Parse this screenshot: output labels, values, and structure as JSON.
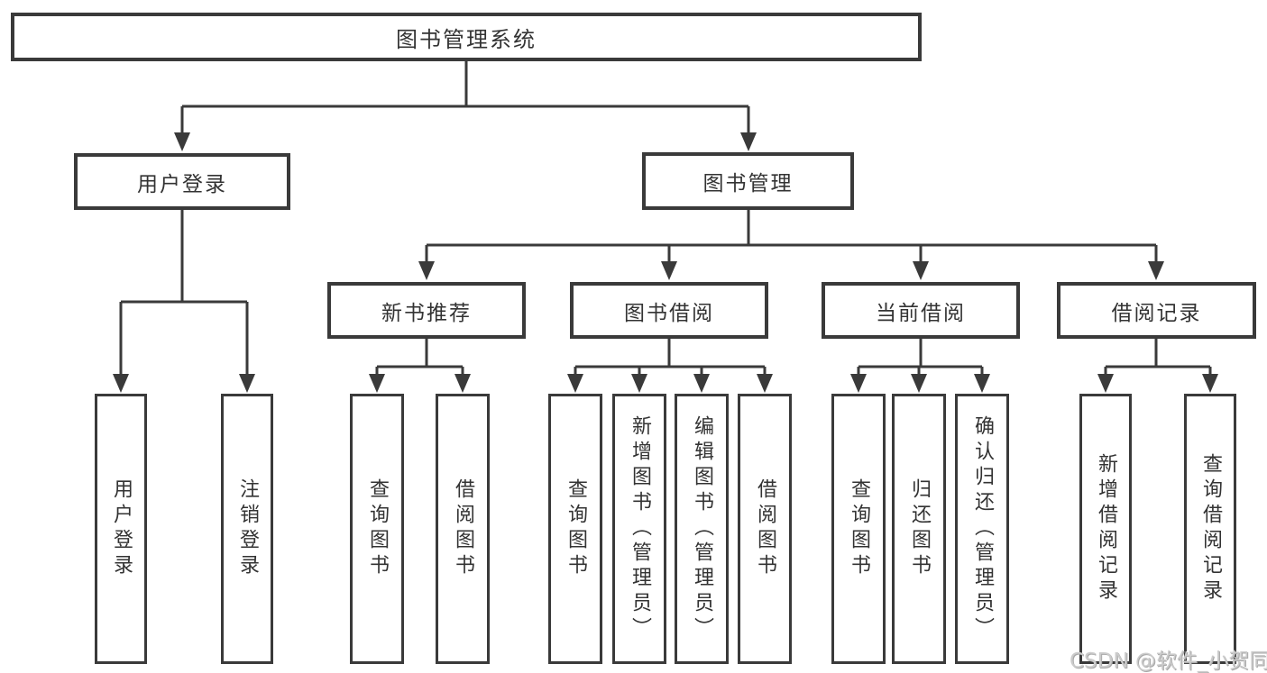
{
  "tree": {
    "root": "图书管理系统",
    "branches": [
      {
        "label": "用户登录",
        "leaves": [
          "用户登录",
          "注销登录"
        ]
      },
      {
        "label": "图书管理",
        "groups": [
          {
            "label": "新书推荐",
            "leaves": [
              "查询图书",
              "借阅图书"
            ]
          },
          {
            "label": "图书借阅",
            "leaves": [
              "查询图书",
              "新增图书（管理员）",
              "编辑图书（管理员）",
              "借阅图书"
            ]
          },
          {
            "label": "当前借阅",
            "leaves": [
              "查询图书",
              "归还图书",
              "确认归还（管理员）"
            ]
          },
          {
            "label": "借阅记录",
            "leaves": [
              "新增借阅记录",
              "查询借阅记录"
            ]
          }
        ]
      }
    ]
  },
  "watermark": {
    "text": "CSDN @软件_小贺同学"
  },
  "colors": {
    "line": "#3a3a3a",
    "text": "#333333",
    "watermark": "#cbcbcb",
    "background": "#ffffff"
  }
}
